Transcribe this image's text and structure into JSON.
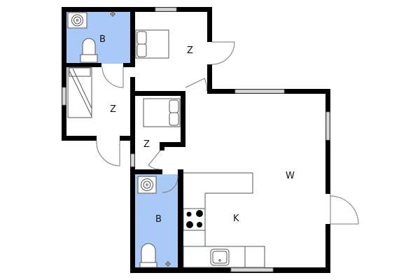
{
  "plan": {
    "colors": {
      "wall": "#000000",
      "wet_room": "#a9c9f7",
      "line": "#666666",
      "window": "#c8c8c8",
      "background": "#ffffff"
    },
    "rooms": [
      {
        "id": "bathroom-north",
        "label": "B",
        "type": "bathroom"
      },
      {
        "id": "bedroom-northeast",
        "label": "Z",
        "type": "bedroom"
      },
      {
        "id": "bedroom-west",
        "label": "Z",
        "type": "bedroom"
      },
      {
        "id": "bedroom-center",
        "label": "Z",
        "type": "bedroom"
      },
      {
        "id": "living-room",
        "label": "W",
        "type": "living"
      },
      {
        "id": "bathroom-south",
        "label": "B",
        "type": "bathroom"
      },
      {
        "id": "kitchen",
        "label": "K",
        "type": "kitchen"
      }
    ],
    "fixtures": [
      {
        "id": "washer-north",
        "icon": "washing-machine-icon"
      },
      {
        "id": "toilet-north",
        "icon": "toilet-icon"
      },
      {
        "id": "drain-north",
        "icon": "floor-drain-icon"
      },
      {
        "id": "washer-south",
        "icon": "washing-machine-icon"
      },
      {
        "id": "toilet-south",
        "icon": "toilet-icon"
      },
      {
        "id": "drain-south",
        "icon": "floor-drain-icon"
      },
      {
        "id": "double-bed-northeast",
        "icon": "double-bed-icon"
      },
      {
        "id": "single-bed-west",
        "icon": "single-bed-icon"
      },
      {
        "id": "double-bed-center",
        "icon": "double-bed-icon"
      },
      {
        "id": "stove",
        "icon": "cooktop-icon"
      },
      {
        "id": "sink",
        "icon": "kitchen-sink-icon"
      }
    ]
  }
}
